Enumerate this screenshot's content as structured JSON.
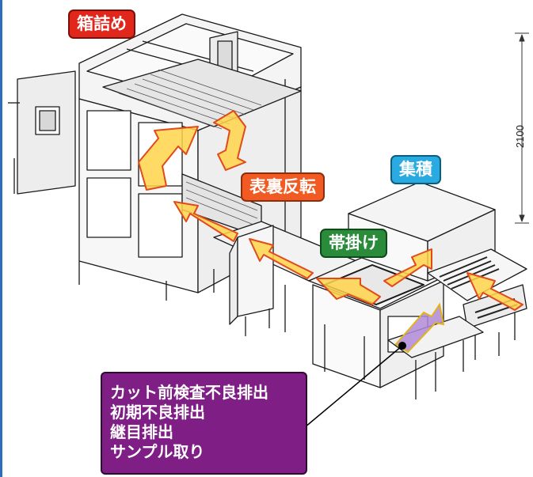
{
  "labels": {
    "boxing": "箱詰め",
    "flip": "表裏反転",
    "stacking": "集積",
    "banding": "帯掛け"
  },
  "dimension": "2100",
  "callout": {
    "lines": [
      "カット前検査不良排出",
      "初期不良排出",
      "継目排出",
      "サンプル取り"
    ]
  },
  "colors": {
    "arrow_fill": "#ffd44a",
    "arrow_stroke": "#e24a1a",
    "reject_arrow": "#b08ad8",
    "callout_bg": "#7f1f86"
  }
}
